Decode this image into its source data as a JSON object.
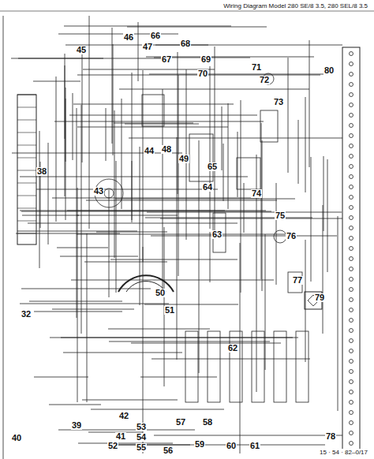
{
  "diagram": {
    "title": "Wiring Diagram Model 280 SE/8 3.5, 280 SEL/8 3.5",
    "labels": [
      "32",
      "38",
      "39",
      "40",
      "41",
      "42",
      "43",
      "44",
      "45",
      "46",
      "47",
      "48",
      "49",
      "50",
      "51",
      "52",
      "53",
      "54",
      "55",
      "56",
      "57",
      "58",
      "59",
      "60",
      "61",
      "62",
      "63",
      "64",
      "65",
      "66",
      "67",
      "68",
      "69",
      "70",
      "71",
      "72",
      "73",
      "74",
      "75",
      "76",
      "77",
      "78",
      "79",
      "80",
      "15 · 54 · 82–0/17"
    ]
  }
}
